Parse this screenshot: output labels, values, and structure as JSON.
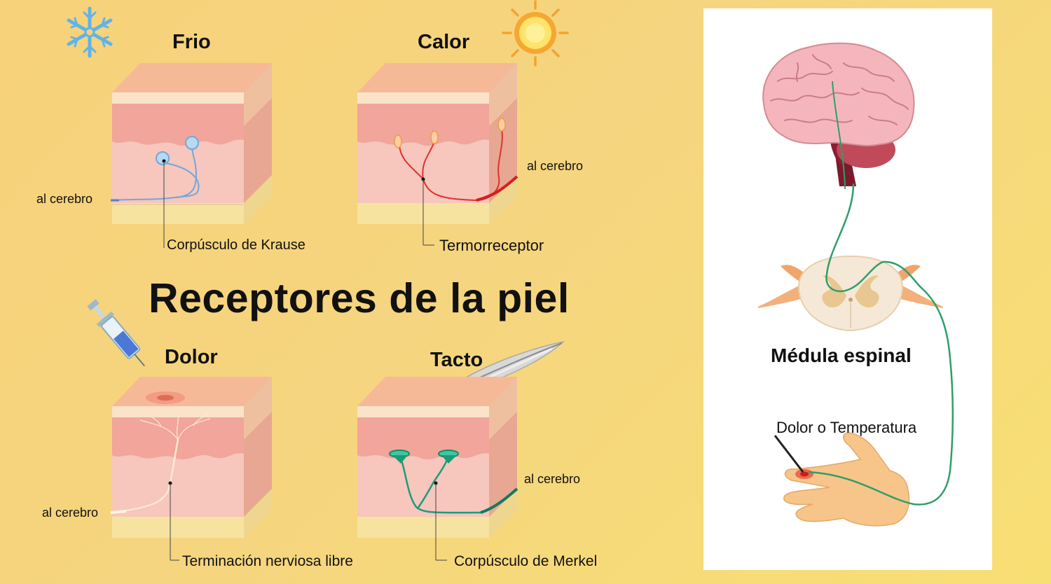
{
  "title": "Receptores de la piel",
  "panels": {
    "cold": {
      "heading": "Frio",
      "to_brain": "al cerebro",
      "receptor": "Corpúsculo de Krause"
    },
    "heat": {
      "heading": "Calor",
      "to_brain": "al cerebro",
      "receptor": "Termorreceptor"
    },
    "pain": {
      "heading": "Dolor",
      "to_brain": "al cerebro",
      "receptor": "Terminación nerviosa libre"
    },
    "touch": {
      "heading": "Tacto",
      "to_brain": "al cerebro",
      "receptor": "Corpúsculo de Merkel"
    }
  },
  "spine": {
    "label": "Médula espinal",
    "stimulus": "Dolor o Temperatura"
  },
  "colors": {
    "background": "#f7d37a",
    "skin_top": "#f6b998",
    "dermis": "#f2a59a",
    "tissue": "#f7c6bd",
    "fat": "#f7e3a0",
    "cold_nerve": "#6fa8dc",
    "heat_nerve": "#e0302f",
    "pain_nerve": "#f6e6c6",
    "touch_nerve": "#1f9a78",
    "spine_nerve": "#2f9e6a"
  },
  "icons": [
    "snowflake-icon",
    "sun-icon",
    "syringe-icon",
    "feather-icon"
  ]
}
